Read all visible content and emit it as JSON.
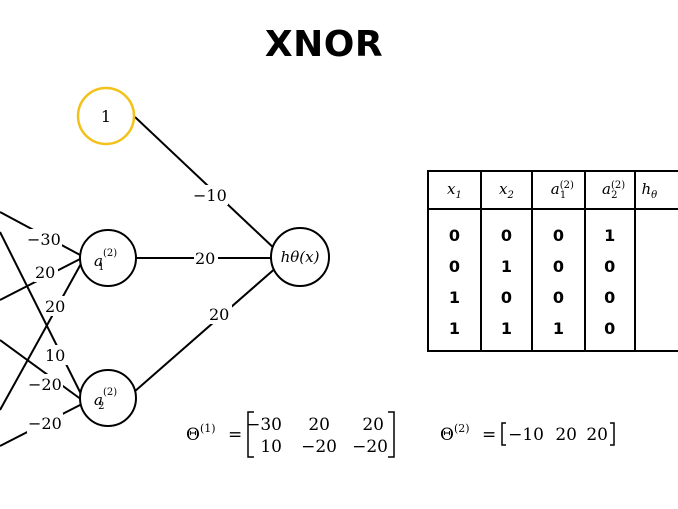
{
  "title": "XNOR",
  "nodes": {
    "bias": "1",
    "a1": {
      "base": "a",
      "sub": "1",
      "sup": "(2)"
    },
    "a2": {
      "base": "a",
      "sub": "2",
      "sup": "(2)"
    },
    "h": "hθ(x)"
  },
  "weights": {
    "hidden_to_a1": [
      "−30",
      "20",
      "20"
    ],
    "hidden_to_a2": [
      "10",
      "−20",
      "−20"
    ],
    "output": [
      "−10",
      "20",
      "20"
    ]
  },
  "table": {
    "headers": [
      {
        "base": "x",
        "sub": "1",
        "sup": ""
      },
      {
        "base": "x",
        "sub": "2",
        "sup": ""
      },
      {
        "base": "a",
        "sub": "1",
        "sup": "(2)"
      },
      {
        "base": "a",
        "sub": "2",
        "sup": "(2)"
      },
      {
        "base": "h",
        "sub": "θ",
        "sup": ""
      }
    ],
    "rows": [
      [
        "0",
        "0",
        "0",
        "1",
        ""
      ],
      [
        "0",
        "1",
        "0",
        "0",
        ""
      ],
      [
        "1",
        "0",
        "0",
        "0",
        ""
      ],
      [
        "1",
        "1",
        "1",
        "0",
        ""
      ]
    ]
  },
  "theta1": {
    "label": "Θ",
    "sup": "(1)",
    "eq": "=",
    "row1": [
      "−30",
      "20",
      "20"
    ],
    "row2": [
      "10",
      "−20",
      "−20"
    ]
  },
  "theta2": {
    "label": "Θ",
    "sup": "(2)",
    "eq": "=",
    "row": [
      "−10",
      "20",
      "20"
    ]
  },
  "colors": {
    "bias_ring": "#F2C21B",
    "ink": "#000000"
  }
}
